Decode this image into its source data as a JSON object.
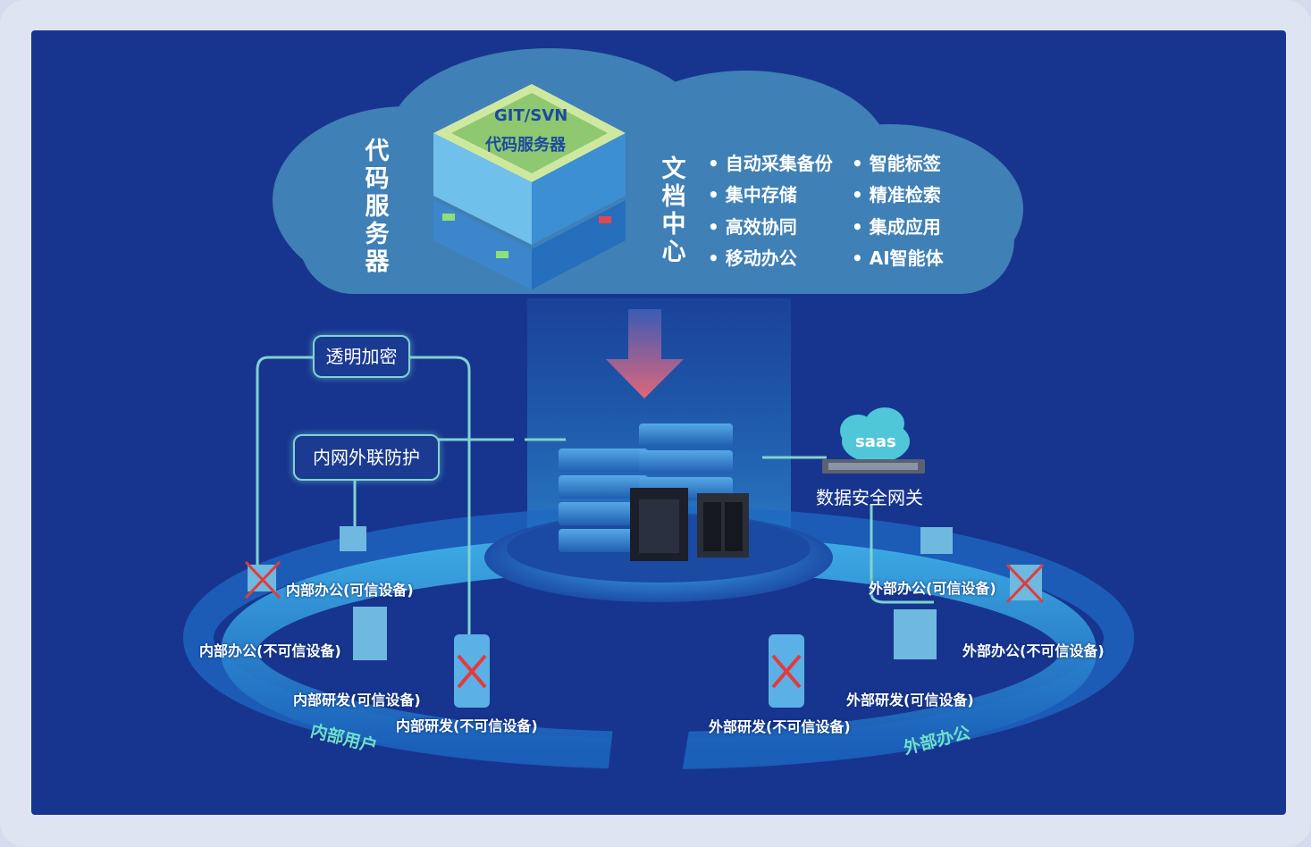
{
  "cloud": {
    "code_server_vertical": "代码服务器",
    "git_label_line1": "GIT/SVN",
    "git_label_line2": "代码服务器",
    "doc_center_vertical": "文档中心",
    "features_left": [
      "自动采集备份",
      "集中存储",
      "高效协同",
      "移动办公"
    ],
    "features_right": [
      "智能标签",
      "精准检索",
      "集成应用",
      "AI智能体"
    ]
  },
  "policies": {
    "encryption": "透明加密",
    "intranet_protection": "内网外联防护"
  },
  "gateway": {
    "saas": "saas",
    "label": "数据安全网关"
  },
  "internal": {
    "zone": "内部用户",
    "office_trusted": "内部办公(可信设备)",
    "office_untrusted": "内部办公(不可信设备)",
    "rd_trusted": "内部研发(可信设备)",
    "rd_untrusted": "内部研发(不可信设备)"
  },
  "external": {
    "zone": "外部办公",
    "office_trusted": "外部办公(可信设备)",
    "office_untrusted": "外部办公(不可信设备)",
    "rd_trusted": "外部研发(可信设备)",
    "rd_untrusted": "外部研发(不可信设备)"
  },
  "colors": {
    "background": "#17358f",
    "cloud": "#3f80b6",
    "accent": "#7fd3d0",
    "arrow": "#e0667a",
    "cross": "#e23b3b"
  }
}
